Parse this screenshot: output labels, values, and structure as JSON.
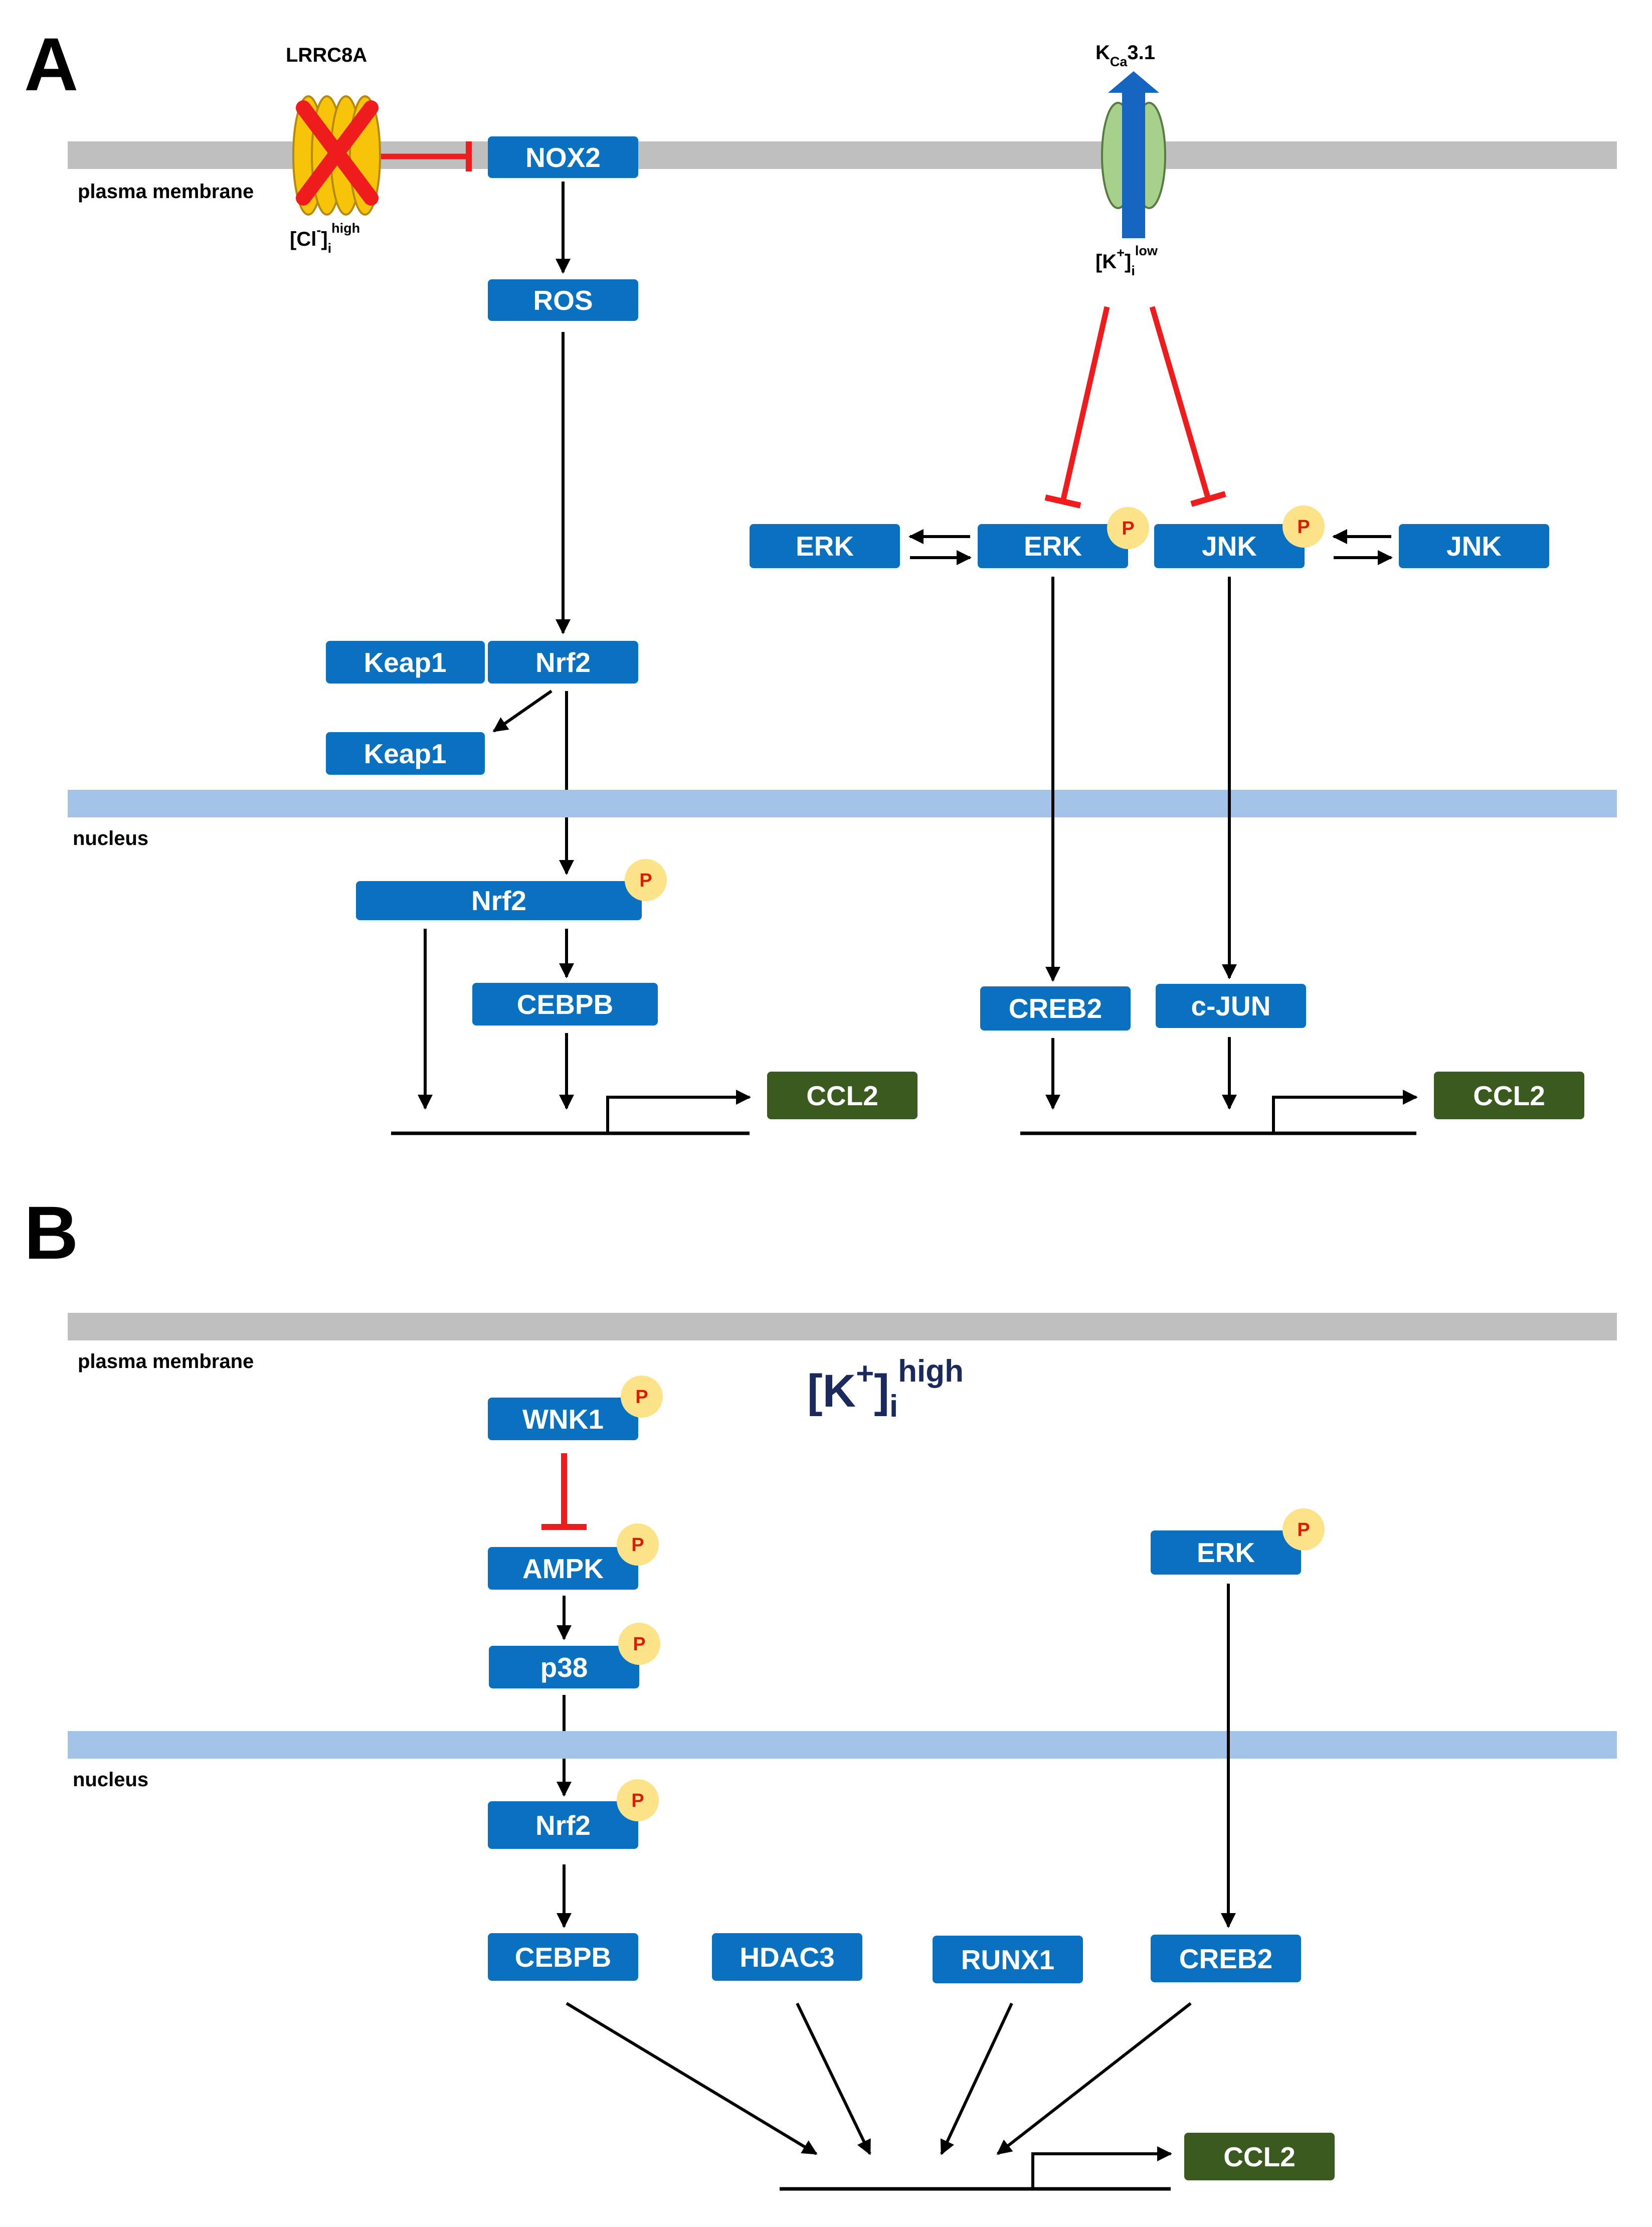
{
  "panels": {
    "a": "A",
    "b": "B"
  },
  "colors": {
    "box": "#0a70c0",
    "gene": "#3a5a1f",
    "phospho_fill": "#fce38a",
    "phospho_text": "#d81e05",
    "inhibit": "#ee1c1c",
    "activate": "#000000",
    "plasma_membrane": "#bfbfbf",
    "nuclear_membrane": "#a3c4e8",
    "ion_big_text": "#1a2a5c"
  },
  "regions": {
    "plasma_membrane": "plasma membrane",
    "nucleus": "nucleus"
  },
  "phospho_mark": "P",
  "panel_a": {
    "channel_lrrc8a": {
      "label": "LRRC8A",
      "icon": "blocked-chloride-channel-icon"
    },
    "chloride": {
      "base": "[Cl",
      "sup": "-",
      "close": "]",
      "sub": "i",
      "level": "high"
    },
    "channel_kca": {
      "base": "K",
      "sub": "Ca",
      "rest": "3.1",
      "icon": "potassium-channel-efflux-icon"
    },
    "potassium": {
      "base": "[K",
      "sup": "+",
      "close": "]",
      "sub": "i",
      "level": "low"
    },
    "nox2": "NOX2",
    "ros": "ROS",
    "keap1_bound": "Keap1",
    "nrf2_cyto": "Nrf2",
    "keap1_free": "Keap1",
    "nrf2_nuclear": "Nrf2",
    "cebpb": "CEBPB",
    "erk": "ERK",
    "erk_p": "ERK",
    "jnk_p": "JNK",
    "jnk": "JNK",
    "creb2": "CREB2",
    "cjun": "c-JUN",
    "ccl2_left": "CCL2",
    "ccl2_right": "CCL2"
  },
  "panel_b": {
    "potassium": {
      "base": "[K",
      "sup": "+",
      "close": "]",
      "sub": "i",
      "level": "high"
    },
    "wnk1": "WNK1",
    "ampk": "AMPK",
    "p38": "p38",
    "nrf2": "Nrf2",
    "erk": "ERK",
    "cebpb": "CEBPB",
    "hdac3": "HDAC3",
    "runx1": "RUNX1",
    "creb2": "CREB2",
    "ccl2": "CCL2"
  }
}
